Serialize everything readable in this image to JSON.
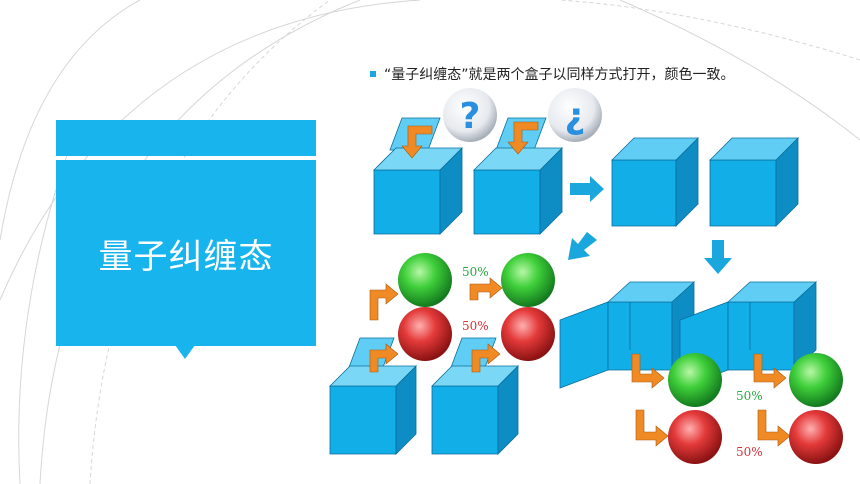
{
  "slide": {
    "title": "量子纠缠态",
    "bullet": "“量子纠缠态”就是两个盒子以同样方式打开，颜色一致。"
  },
  "diagram": {
    "question_symbols": [
      "?",
      "¿"
    ],
    "probability_labels": [
      "50%",
      "50%",
      "50%",
      "50%"
    ]
  },
  "colors": {
    "accent": "#18b4ee",
    "box_front": "#12aee8",
    "box_side": "#0e8cc4",
    "box_top": "#5fcdf4",
    "arrow_orange": "#f08a24",
    "arrow_blue": "#1aa7dd",
    "green_label": "#2aa845",
    "red_label": "#d9303a"
  }
}
